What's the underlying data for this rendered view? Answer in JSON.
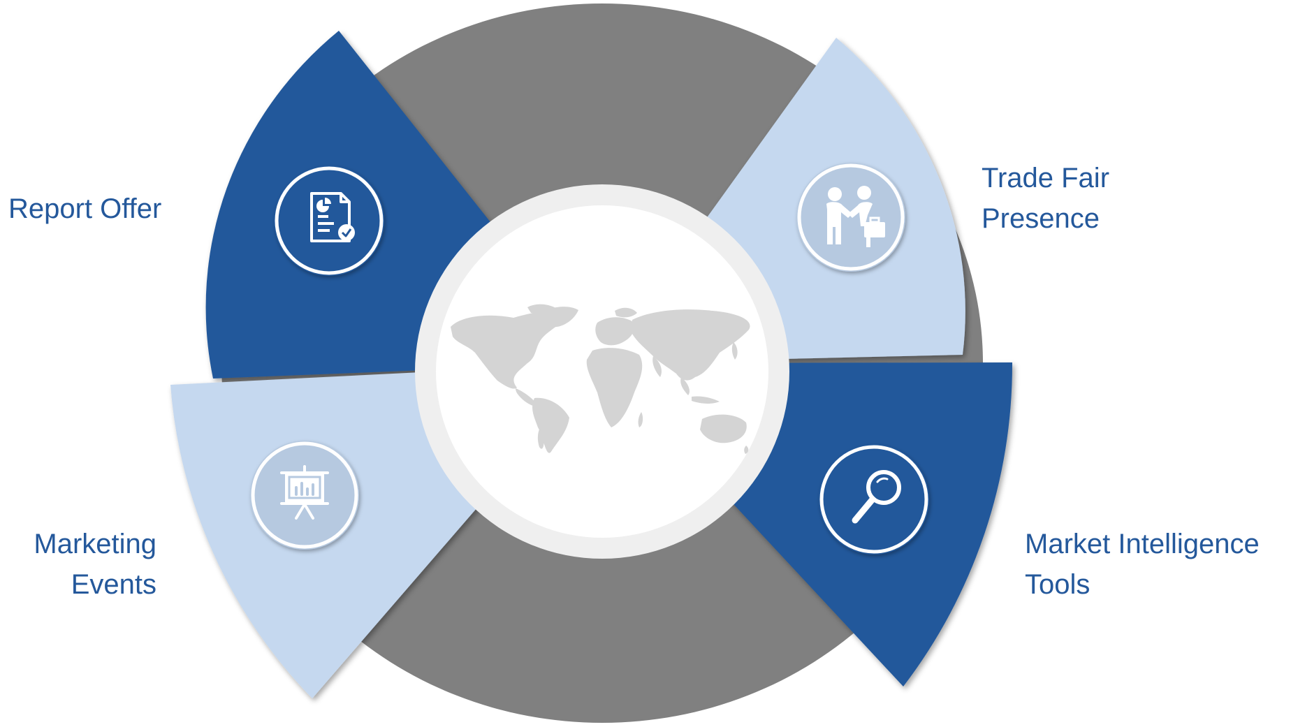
{
  "segments": [
    {
      "name": "Report Offer",
      "lines": [
        "Report Offer"
      ],
      "color": "#24589b",
      "icon": "report-document-icon"
    },
    {
      "name": "Trade Fair Presence",
      "lines": [
        "Trade Fair",
        "Presence"
      ],
      "color": "#c5d8ef",
      "icon": "handshake-business-icon"
    },
    {
      "name": "Marketing Events",
      "lines": [
        "Marketing",
        "Events"
      ],
      "color": "#c5d8ef",
      "icon": "presentation-board-icon"
    },
    {
      "name": "Market Intelligence Tools",
      "lines": [
        "Market Intelligence",
        "Tools"
      ],
      "color": "#24589b",
      "icon": "magnifier-icon"
    }
  ],
  "center": {
    "icon": "world-map-icon"
  },
  "colors": {
    "ring": "#808080",
    "dark_blue": "#24589b",
    "light_blue": "#c5d8ef",
    "center_border": "#efefef",
    "map": "#d4d4d4",
    "label_text": "#24589b"
  }
}
